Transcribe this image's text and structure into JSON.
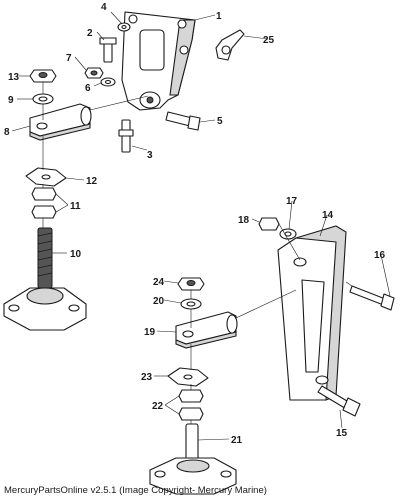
{
  "callouts": {
    "c1": "1",
    "c2": "2",
    "c3": "3",
    "c4": "4",
    "c5": "5",
    "c6": "6",
    "c7": "7",
    "c8": "8",
    "c9": "9",
    "c10": "10",
    "c11": "11",
    "c12": "12",
    "c13": "13",
    "c14": "14",
    "c15": "15",
    "c16": "16",
    "c17": "17",
    "c18": "18",
    "c19": "19",
    "c20": "20",
    "c21": "21",
    "c22": "22",
    "c23": "23",
    "c24": "24",
    "c25": "25"
  },
  "footer": {
    "credit": "MercuryPartsOnline v2.5.1 (Image Copyright- Mercury Marine)"
  }
}
